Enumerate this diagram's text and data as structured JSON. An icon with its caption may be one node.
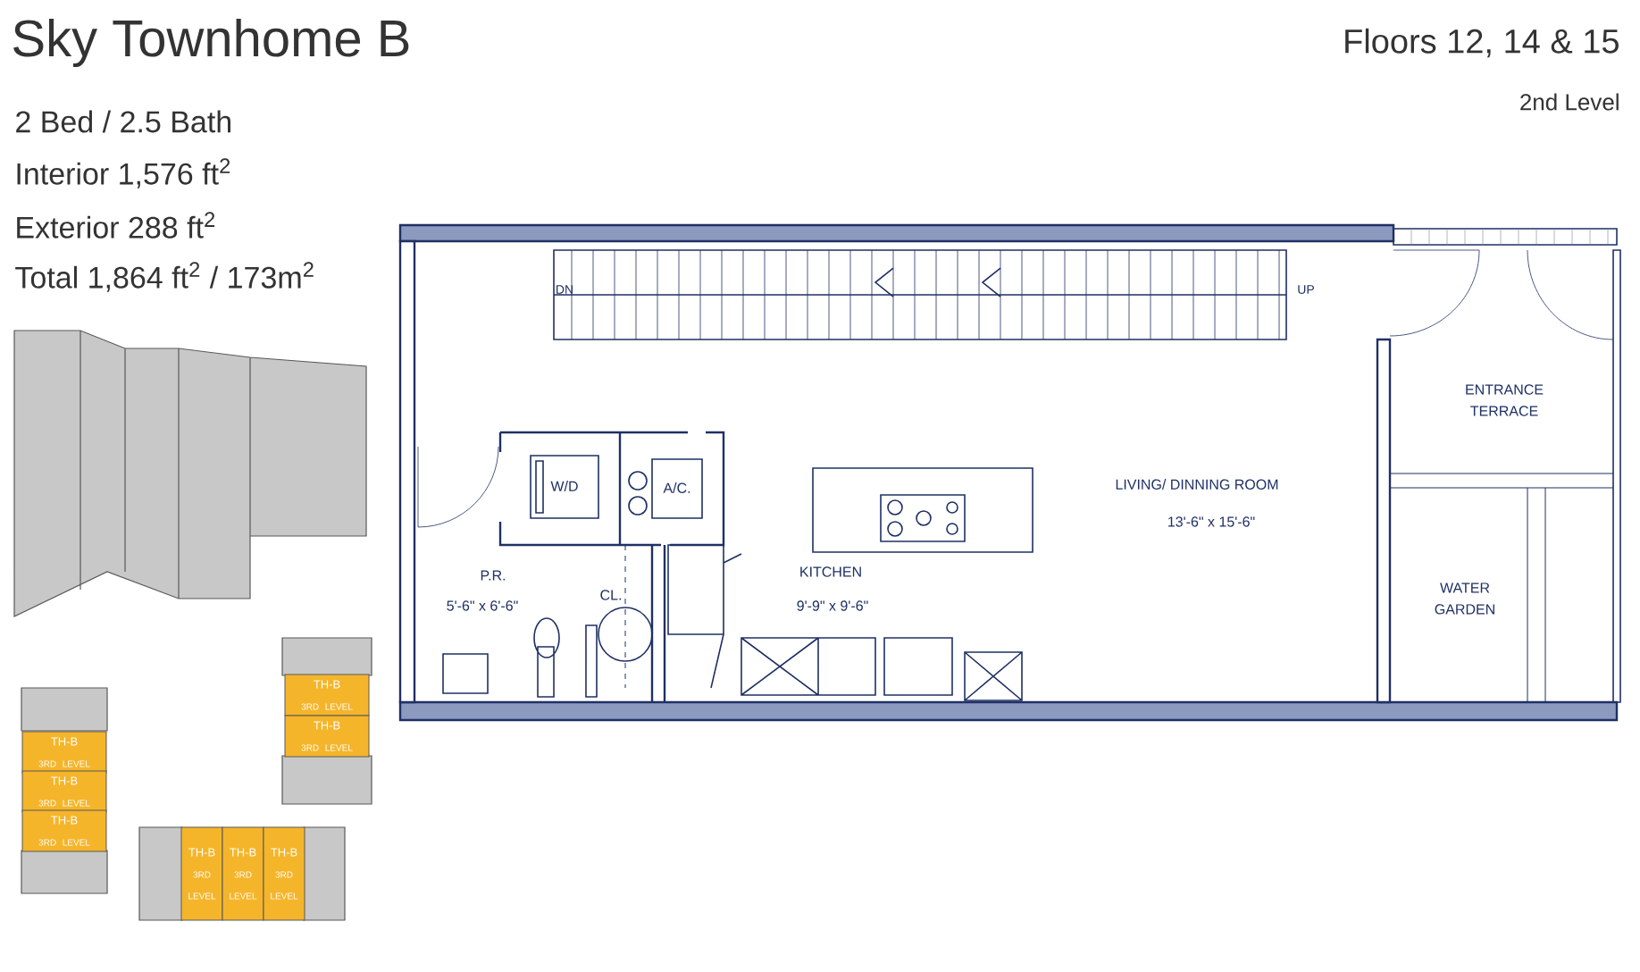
{
  "diagram": {
    "title": "Sky Townhome B",
    "nodes": [
      {
        "text": [
          "TH-B",
          "3RD LEVEL"
        ]
      },
      {
        "text": [
          "TH-B",
          "3RD LEVEL"
        ]
      },
      {
        "text": [
          "TH-B",
          "3RD LEVEL"
        ]
      },
      {
        "text": [
          "TH-B",
          "3RD LEVEL"
        ]
      },
      {
        "text": [
          "TH-B",
          "3RD LEVEL"
        ]
      },
      {
        "text": [
          "TH-B",
          "3RD LEVEL"
        ]
      },
      {
        "text": [
          "TH-B",
          "3RD LEVEL"
        ]
      },
      {
        "text": [
          "TH-B",
          "3RD LEVEL"
        ]
      }
    ],
    "labels": [
      "2 Bed / 2.5 Bath",
      "Interior 1,576 ft$^{2}$",
      "Exterior 288 ft$^{2}$",
      "Total 1,864 ft$^{2}$ / 173m$^{2}$",
      "Floors 12, 14 & 15",
      "2nd Level",
      "DN",
      "UP",
      "W/D",
      "A/C.",
      "P.R.",
      "5'-6\" x 6'-6\"",
      "CL.",
      "KITCHEN",
      "9'-9\" x 9'-6\"",
      "LIVING/ DINNING ROOM",
      "13'-6\" x 15'-6\"",
      "ENTRANCE TERRACE",
      "WATER GARDEN"
    ]
  }
}
